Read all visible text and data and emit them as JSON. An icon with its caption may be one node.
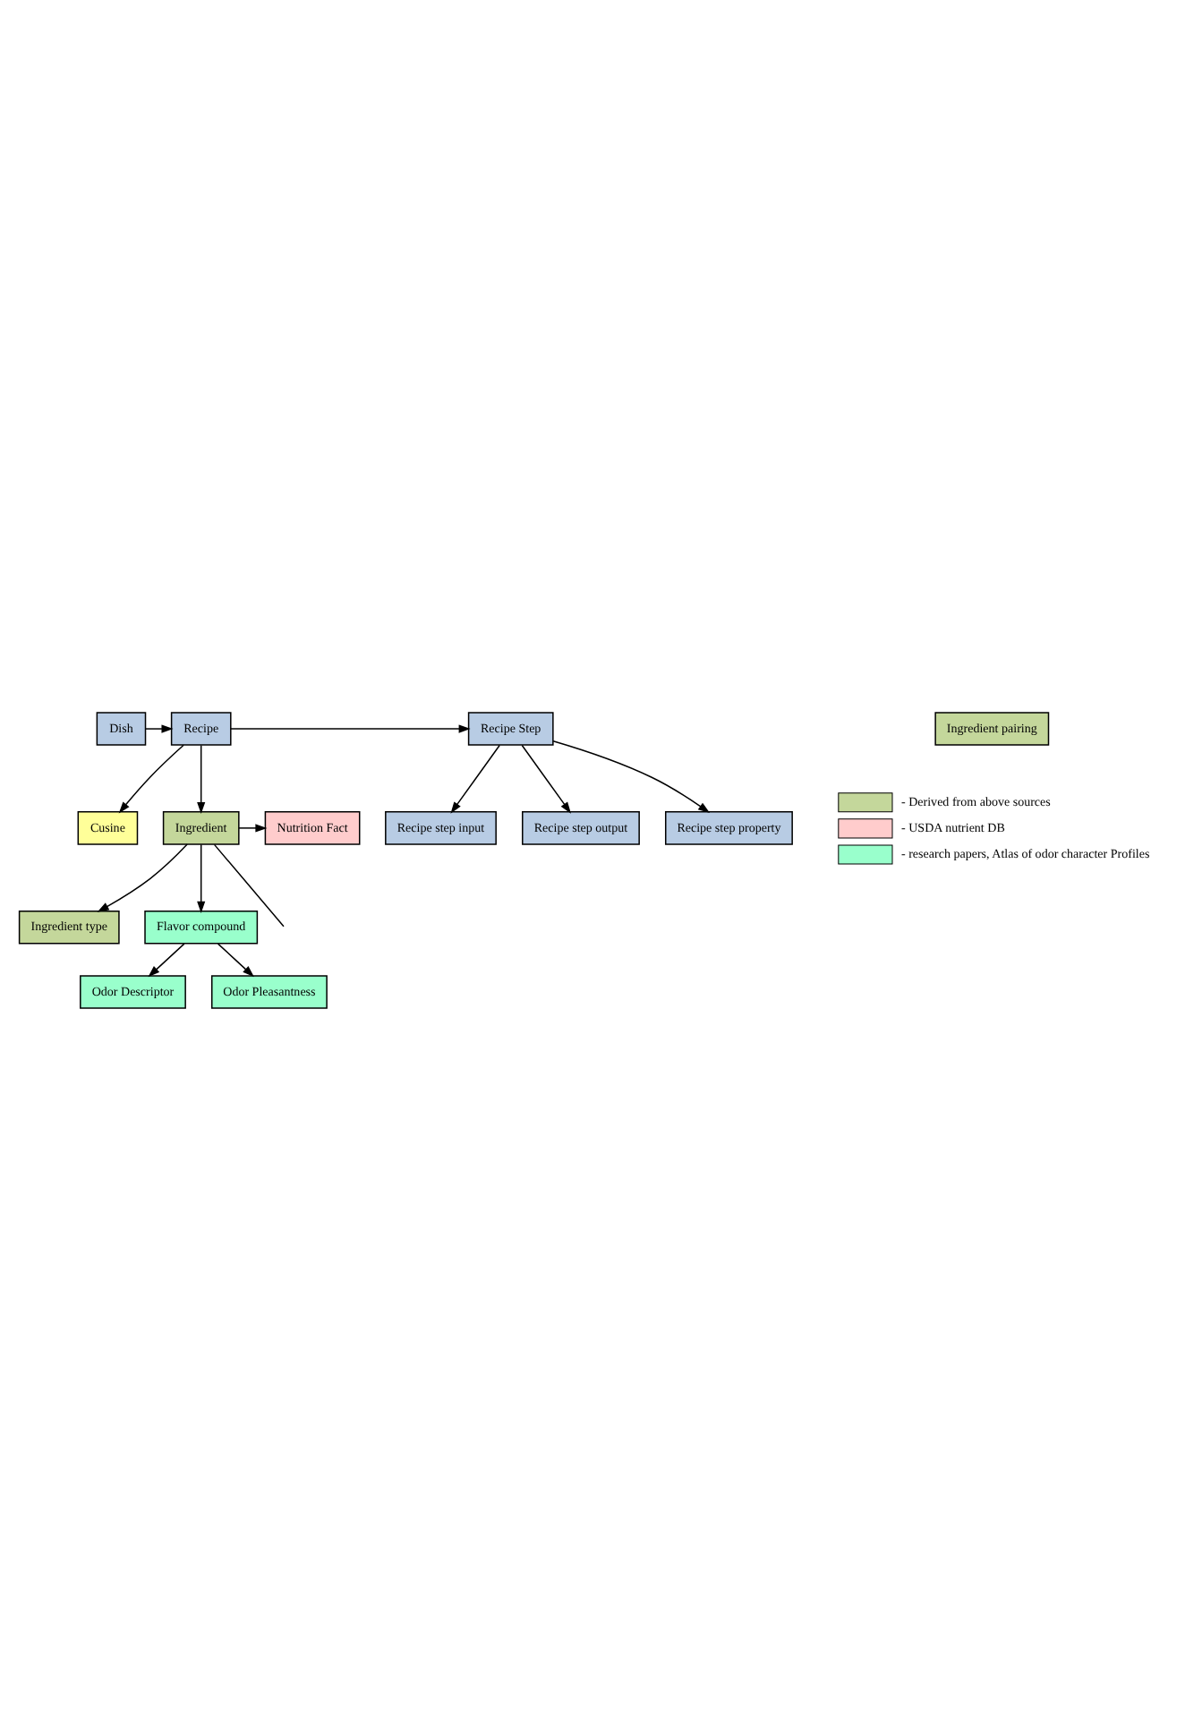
{
  "diagram": {
    "nodes": [
      {
        "text": [
          "Dish"
        ]
      },
      {
        "text": [
          "Recipe"
        ]
      },
      {
        "text": [
          "Recipe Step"
        ]
      },
      {
        "text": [
          "Recipe step input"
        ]
      },
      {
        "text": [
          "Cusine"
        ]
      },
      {
        "text": [
          "Nutrition Fact"
        ]
      },
      {
        "text": [
          "Recipe step output"
        ]
      },
      {
        "text": [
          "Ingredient"
        ]
      },
      {
        "text": [
          "Ingredient type"
        ]
      },
      {
        "text": [
          "Flavor compound"
        ]
      },
      {
        "text": [
          "Recipe step property"
        ]
      },
      {
        "text": [
          "Ingredient pairing"
        ]
      },
      {
        "text": [
          "Odor Descriptor"
        ]
      },
      {
        "text": [
          "Odor Pleasantness"
        ]
      }
    ],
    "edges": [
      {
        "from": 0,
        "to": 1,
        "arrow": "to"
      },
      {
        "from": 1,
        "to": 2,
        "arrow": "to"
      },
      {
        "from": 2,
        "to": 3,
        "arrow": "to"
      },
      {
        "from": 1,
        "to": 4,
        "arrow": "to"
      },
      {
        "from": 1,
        "to": 7,
        "arrow": "to"
      },
      {
        "from": 2,
        "to": 6,
        "arrow": "to"
      },
      {
        "from": 2,
        "to": 10,
        "arrow": "to"
      },
      {
        "from": 7,
        "to": 5,
        "arrow": "to"
      },
      {
        "from": 7,
        "to": 8,
        "arrow": "to"
      },
      {
        "from": 7,
        "to": 9,
        "arrow": "to"
      },
      {
        "from": 7,
        "to": null,
        "arrow": "none"
      },
      {
        "from": 9,
        "to": 12,
        "arrow": "to"
      },
      {
        "from": 9,
        "to": 13,
        "arrow": "to"
      }
    ],
    "legend": [
      {
        "text": "- Derived from above sources",
        "color": "#c4d79b"
      },
      {
        "text": "- USDA nutrient DB",
        "color": "#ffcccc"
      },
      {
        "text": "- research papers, Atlas of odor character Profiles",
        "color": "#99ffcc"
      }
    ]
  }
}
